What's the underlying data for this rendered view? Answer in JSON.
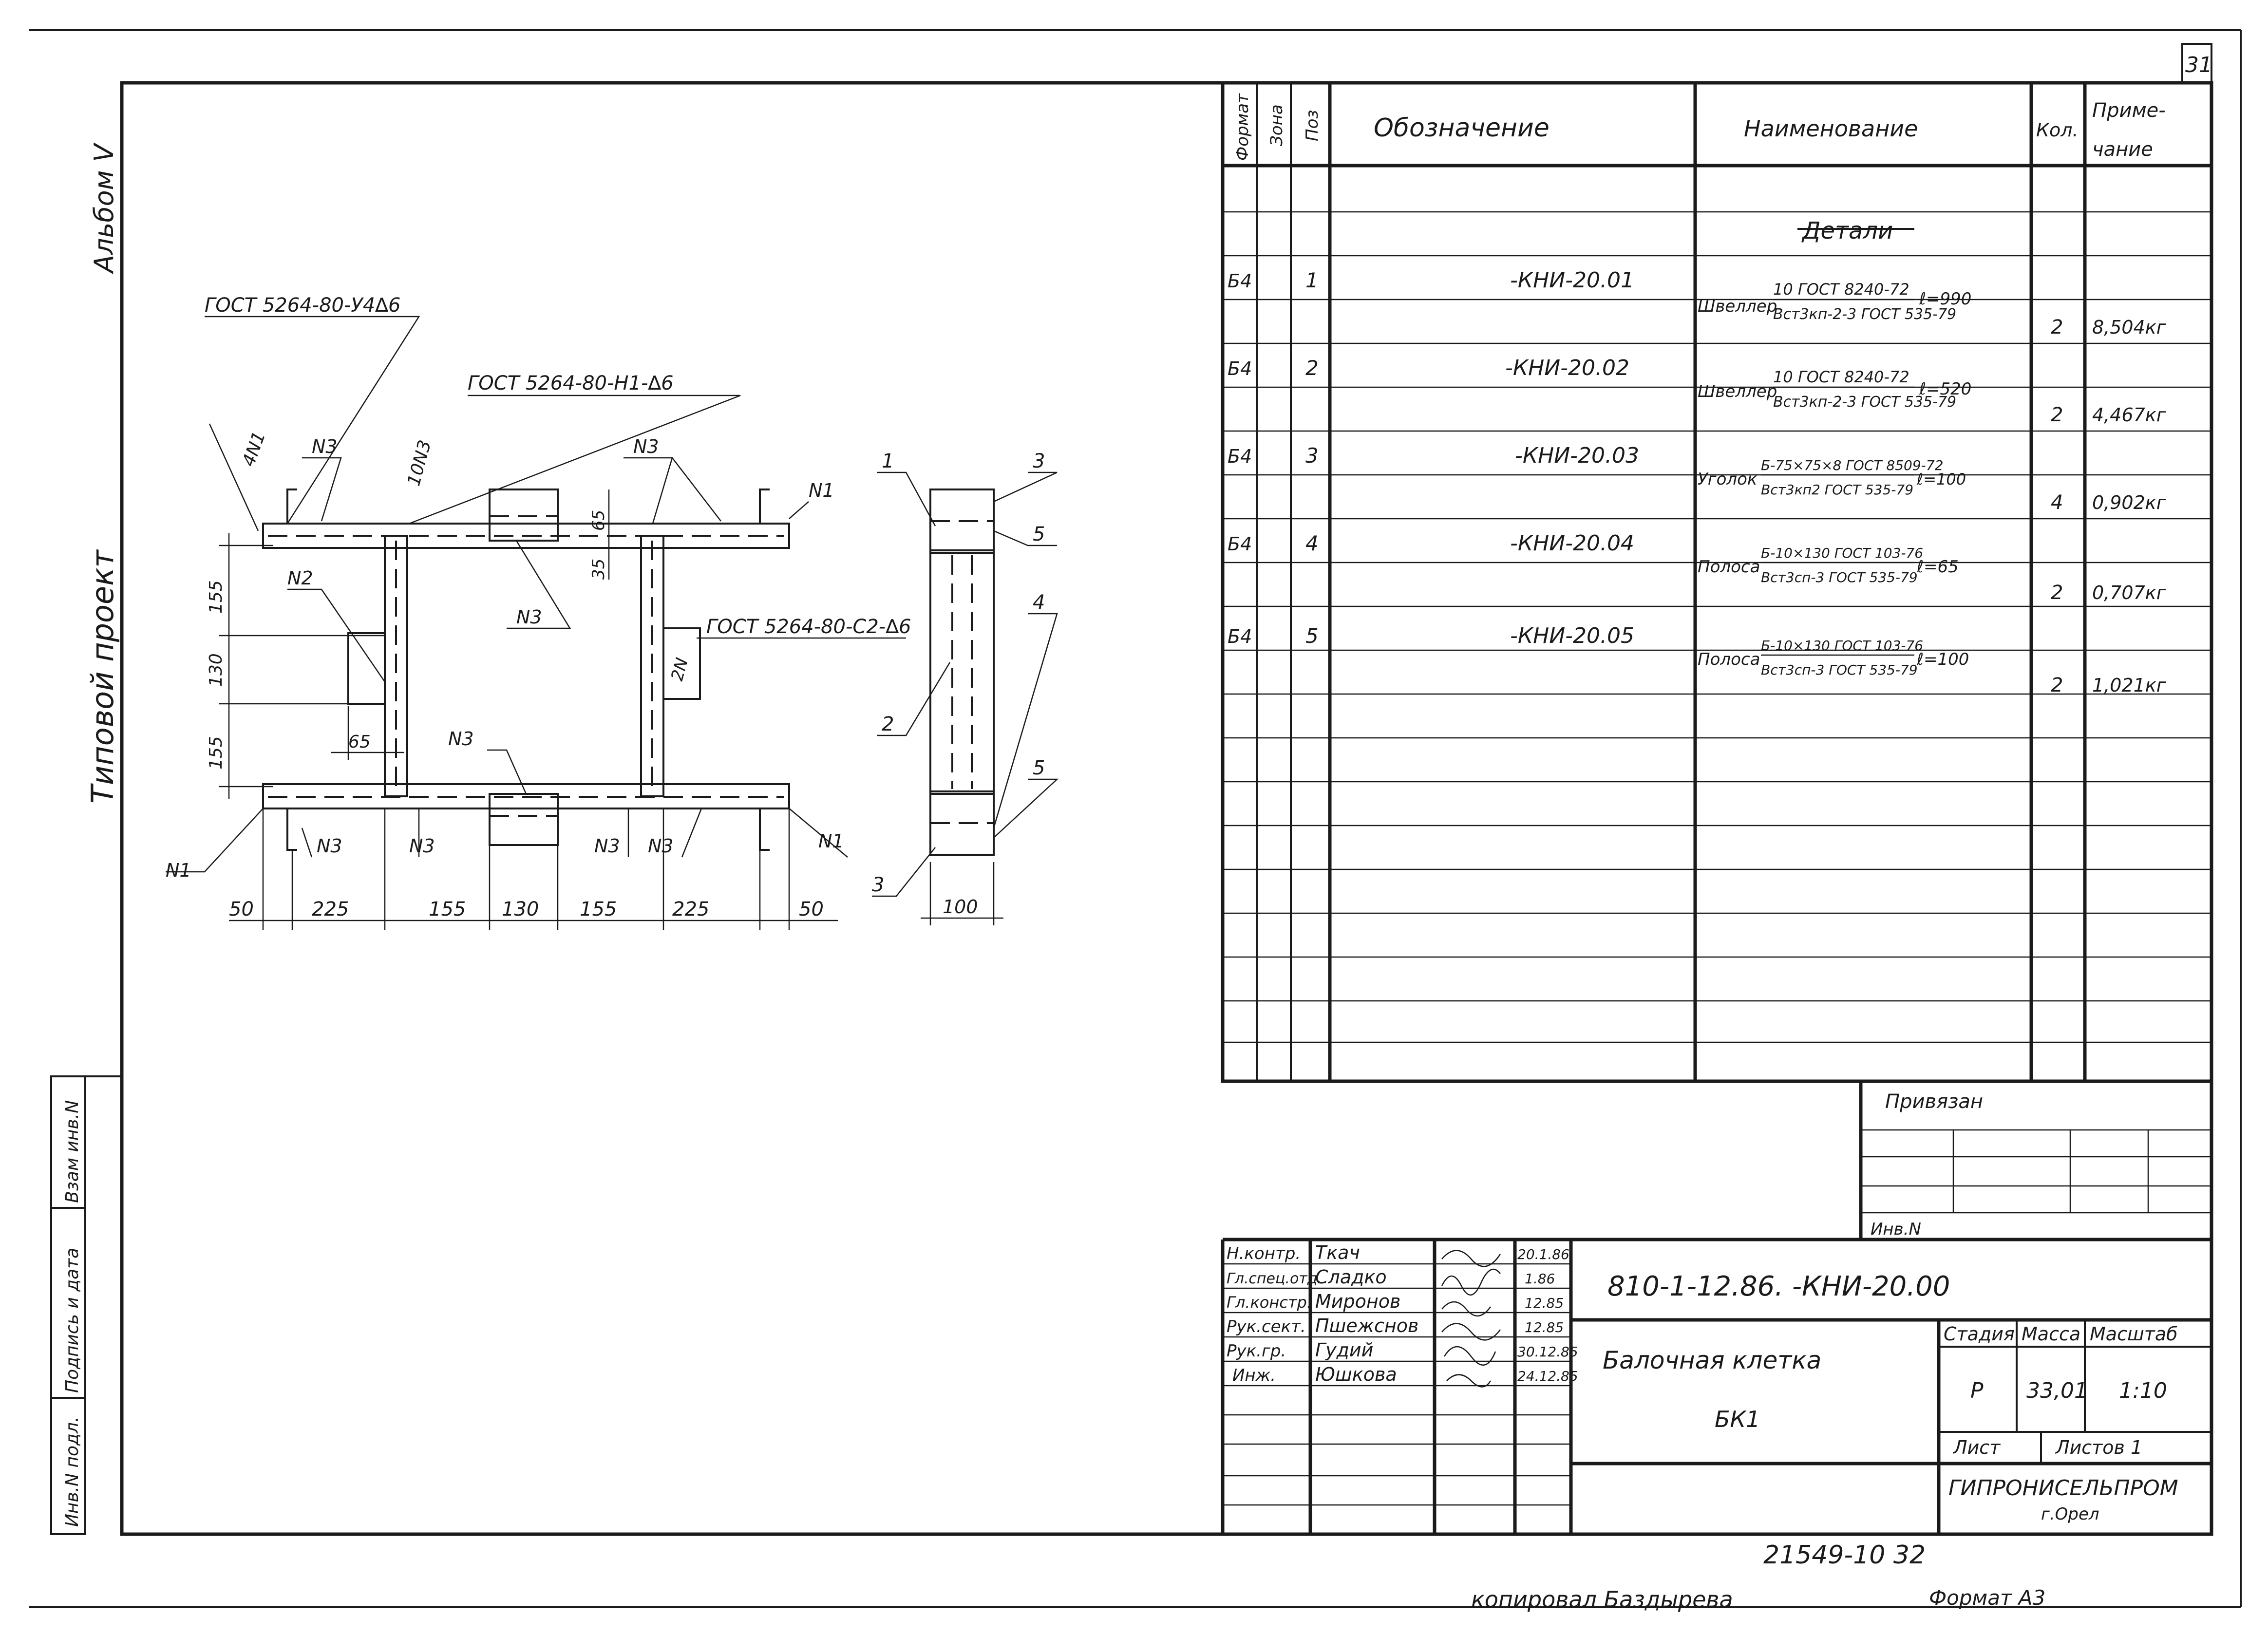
{
  "sheet_number": "31",
  "album": "Альбом Ⅴ",
  "project_type": "Типовой проект",
  "left_stamp": {
    "inv_podl": "Инв.N подл.",
    "podpis_data": "Подпись и дата",
    "vzam_inv": "Взам инв.N"
  },
  "drawing": {
    "gost_top_left": "ГОСТ 5264-80-У4∆6",
    "gost_top_mid": "ГОСТ 5264-80-Н1-∆6",
    "gost_right": "ГОСТ 5264-80-С2-∆6",
    "labels": {
      "n1": "N1",
      "n2": "N2",
      "n3": "N3",
      "tag_4n1": "4N1",
      "tag_10n3": "10N3",
      "tag_2n": "2N"
    },
    "dims_vertical": [
      "155",
      "130",
      "155"
    ],
    "dim_65": "65",
    "dim_35": "35",
    "dim_65_bottom": "65",
    "dims_bottom": [
      "50",
      "225",
      "155",
      "130",
      "155",
      "225",
      "50"
    ],
    "side_view": {
      "callouts": [
        "1",
        "3",
        "5",
        "4",
        "2",
        "5",
        "3"
      ],
      "dim_width": "100"
    }
  },
  "spec_table": {
    "headers": {
      "format": "Формат",
      "zone": "Зона",
      "pos": "Поз",
      "designation": "Обозначение",
      "name": "Наименование",
      "qty": "Кол.",
      "note_line1": "Приме-",
      "note_line2": "чание"
    },
    "section_title": "Детали",
    "rows": [
      {
        "format": "Б4",
        "pos": "1",
        "designation": "-КНИ-20.01",
        "name_prefix": "Швеллер",
        "name_top": "10 ГОСТ 8240-72",
        "name_bottom": "Вст3кп-2-3 ГОСТ 535-79",
        "length": "ℓ=990",
        "qty": "2",
        "note": "8,504кг"
      },
      {
        "format": "Б4",
        "pos": "2",
        "designation": "-КНИ-20.02",
        "name_prefix": "Швеллер",
        "name_top": "10 ГОСТ 8240-72",
        "name_bottom": "Вст3кп-2-3 ГОСТ 535-79",
        "length": "ℓ=520",
        "qty": "2",
        "note": "4,467кг"
      },
      {
        "format": "Б4",
        "pos": "3",
        "designation": "-КНИ-20.03",
        "name_prefix": "Уголок",
        "name_top": "Б-75×75×8 ГОСТ 8509-72",
        "name_bottom": "Вст3кп2 ГОСТ 535-79",
        "length": "ℓ=100",
        "qty": "4",
        "note": "0,902кг"
      },
      {
        "format": "Б4",
        "pos": "4",
        "designation": "-КНИ-20.04",
        "name_prefix": "Полоса",
        "name_top": "Б-10×130 ГОСТ 103-76",
        "name_bottom": "Вст3сп-3 ГОСТ 535-79",
        "length": "ℓ=65",
        "qty": "2",
        "note": "0,707кг"
      },
      {
        "format": "Б4",
        "pos": "5",
        "designation": "-КНИ-20.05",
        "name_prefix": "Полоса",
        "name_top": "Б-10×130 ГОСТ 103-76",
        "name_bottom": "Вст3сп-3 ГОСТ 535-79",
        "length": "ℓ=100",
        "qty": "2",
        "note": "1,021кг"
      }
    ]
  },
  "privyazan": {
    "label": "Привязан",
    "inv": "Инв.N"
  },
  "title_block": {
    "roles": [
      {
        "role": "Н.контр.",
        "name": "Ткач",
        "date": "20.1.86"
      },
      {
        "role": "Гл.спец.отд.",
        "name": "Сладко",
        "date": "1.86"
      },
      {
        "role": "Гл.констр.",
        "name": "Миронов",
        "date": "12.85"
      },
      {
        "role": "Рук.сект.",
        "name": "Пшежснов",
        "date": "12.85"
      },
      {
        "role": "Рук.гр.",
        "name": "Гудий",
        "date": "30.12.85"
      },
      {
        "role": "Инж.",
        "name": "Юшкова",
        "date": "24.12.85"
      }
    ],
    "code": "810-1-12.86.  -КНИ-20.00",
    "title_line1": "Балочная   клетка",
    "title_line2": "БК1",
    "stage_label": "Стадия",
    "mass_label": "Масса",
    "scale_label": "Масштаб",
    "stage": "Р",
    "mass": "33,01",
    "scale": "1:10",
    "sheet_label": "Лист",
    "sheets_label": "Листов 1",
    "org": "ГИПРОНИСЕЛЬПРОМ",
    "city": "г.Орел"
  },
  "bottom": {
    "archive_no": "21549-10  32",
    "copied": "копировал Баздырева",
    "format": "Формат А3"
  }
}
